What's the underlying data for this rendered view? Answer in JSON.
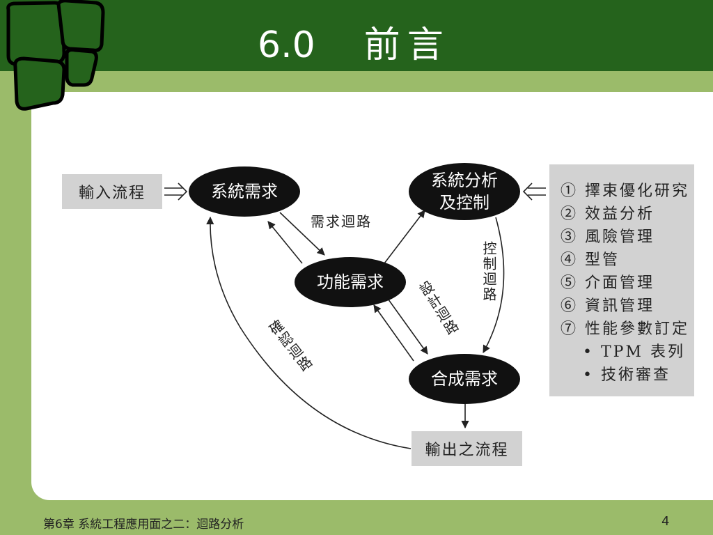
{
  "slide": {
    "title_number": "6.0",
    "title_text": "前言",
    "footer_text": "第6章 系統工程應用面之二：迴路分析",
    "page_number": "4"
  },
  "diagram": {
    "input_box": "輸入流程",
    "output_box": "輸出之流程",
    "nodes": {
      "system_requirements": "系統需求",
      "functional_requirements": "功能需求",
      "system_analysis_line1": "系統分析",
      "system_analysis_line2": "及控制",
      "synthesis_requirements": "合成需求"
    },
    "loops": {
      "requirements_loop": "需求迴路",
      "control_loop": "控制迴路",
      "design_loop": "設計迴路",
      "verification_loop": "確認迴路"
    },
    "panel_items": [
      "① 擇束優化研究",
      "② 效益分析",
      "③ 風險管理",
      "④ 型管",
      "⑤ 介面管理",
      "⑥ 資訊管理",
      "⑦ 性能參數訂定",
      "• TPM 表列",
      "• 技術審查"
    ]
  },
  "colors": {
    "header_green": "#25631c",
    "side_green": "#9bbb6a",
    "node_fill": "#111111",
    "box_fill": "#d2d2d2"
  }
}
